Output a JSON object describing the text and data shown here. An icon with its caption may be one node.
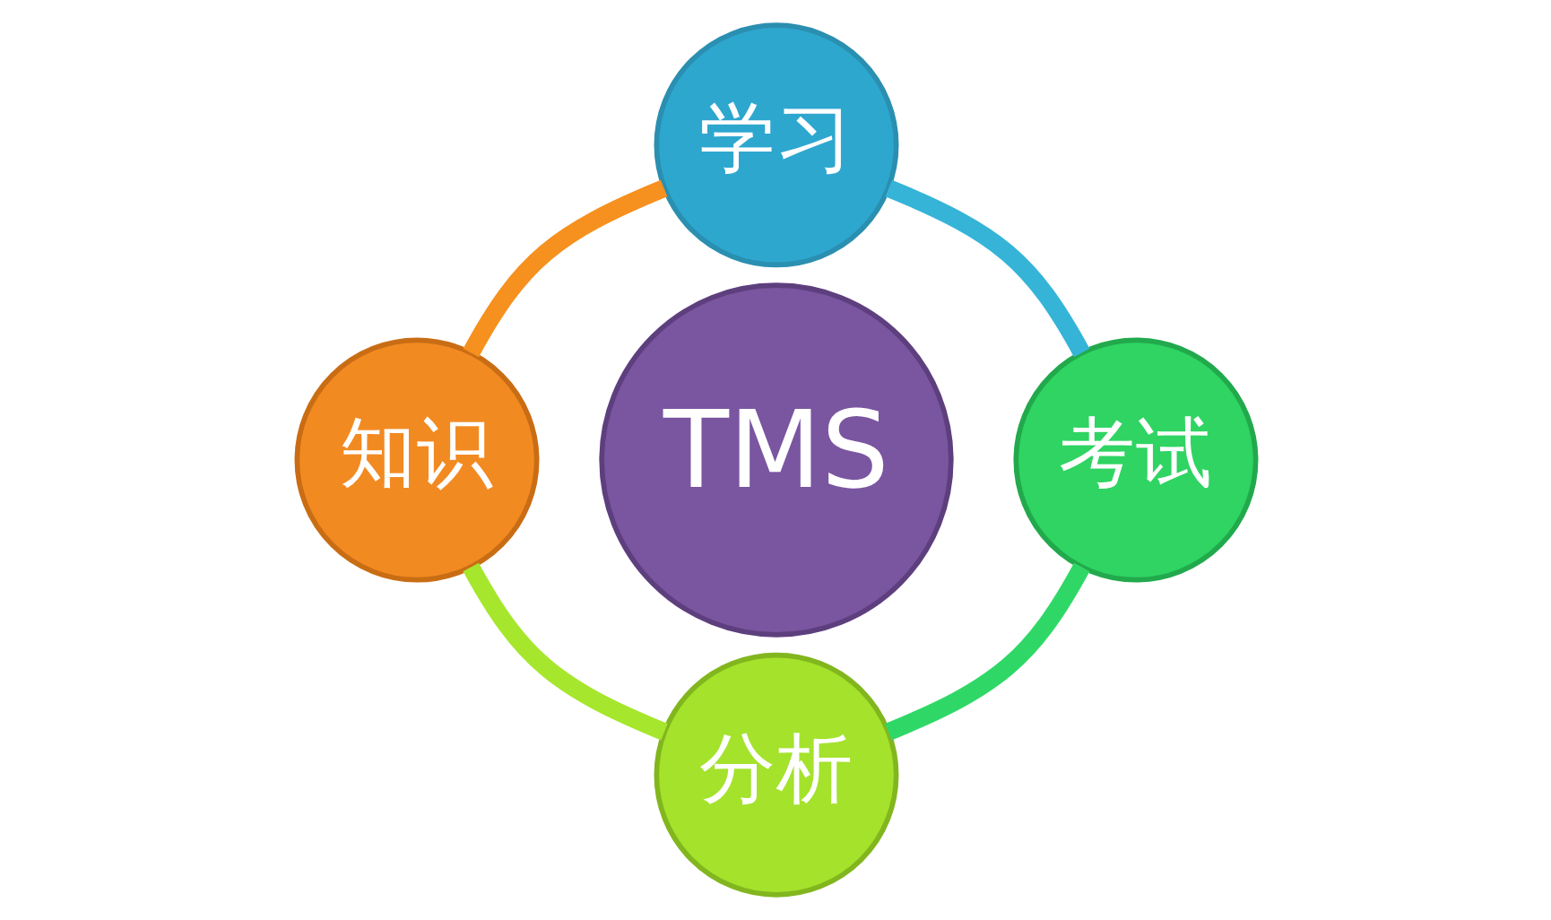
{
  "diagram": {
    "nodes": [
      {
        "text": [
          "学习"
        ]
      },
      {
        "text": [
          "知识"
        ]
      },
      {
        "text": [
          "TMS"
        ]
      },
      {
        "text": [
          "考试"
        ]
      },
      {
        "text": [
          "分析"
        ]
      }
    ],
    "edges": [
      {
        "from": 0,
        "to": 1,
        "arrow": "none",
        "color": "#f6901e"
      },
      {
        "from": 0,
        "to": 3,
        "arrow": "none",
        "color": "#35b4d8"
      },
      {
        "from": 3,
        "to": 4,
        "arrow": "none",
        "color": "#2fd866"
      },
      {
        "from": 1,
        "to": 4,
        "arrow": "none",
        "color": "#a6e62c"
      }
    ]
  }
}
